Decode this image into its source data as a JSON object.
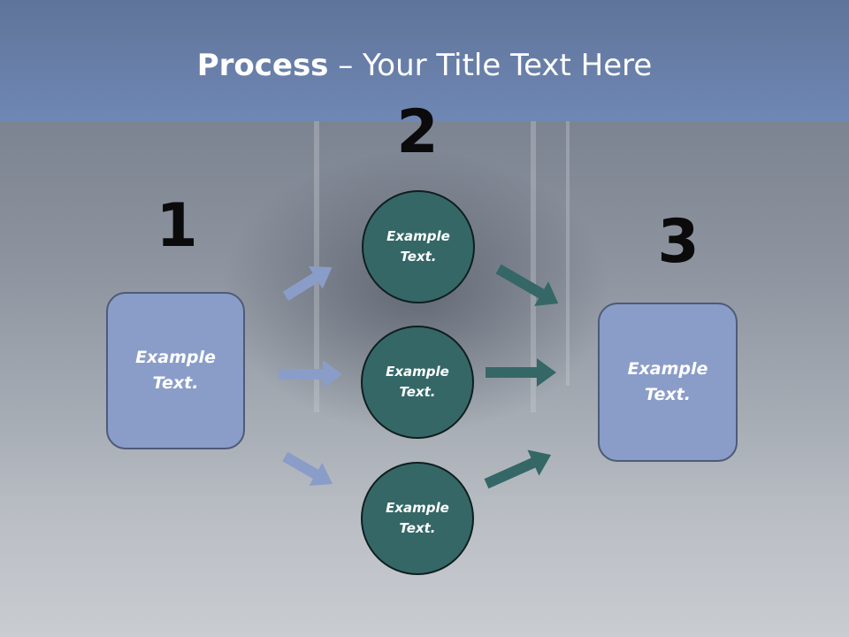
{
  "slide": {
    "title_bold": "Process",
    "title_rest": " – Your Title Text Here"
  },
  "steps": {
    "one": "1",
    "two": "2",
    "three": "3"
  },
  "nodes": {
    "left_box": "Example\nText.",
    "circle_top": "Example\nText.",
    "circle_middle": "Example\nText.",
    "circle_bottom": "Example\nText.",
    "right_box": "Example\nText."
  },
  "colors": {
    "header": "#6f87b4",
    "box_fill": "#8a9dc8",
    "circle_fill": "#356767",
    "arrow_left": "#8a9dc8",
    "arrow_right": "#356767"
  }
}
